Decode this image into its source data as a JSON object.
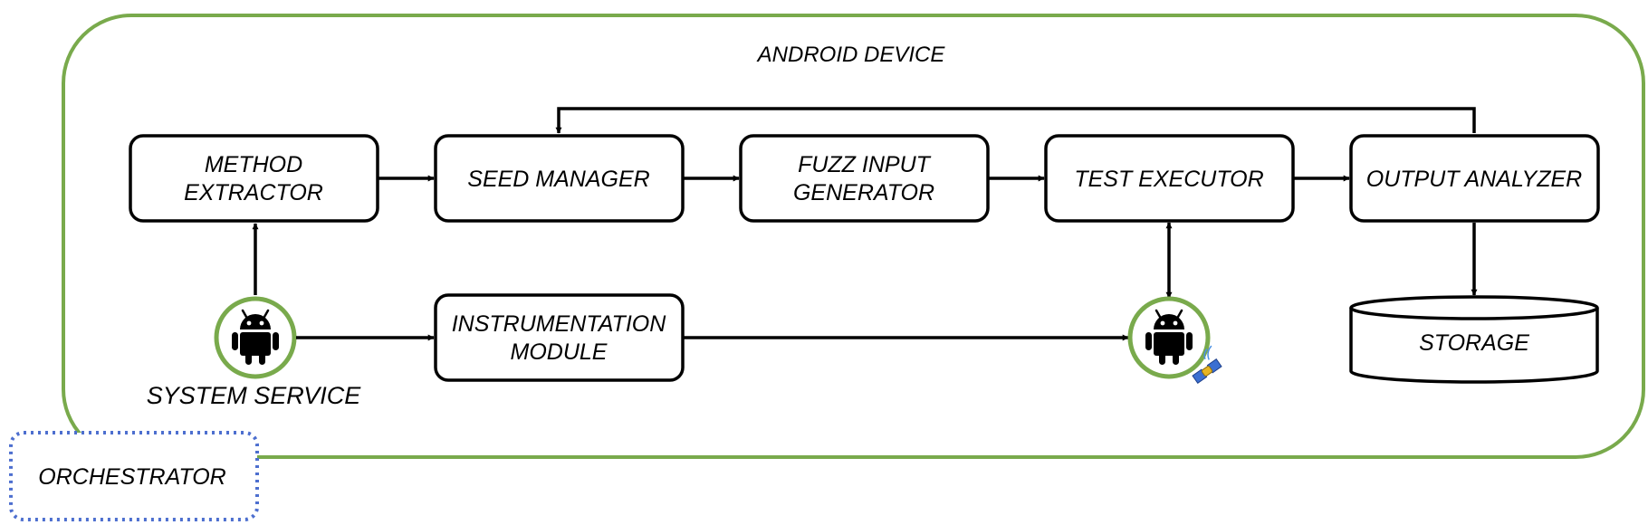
{
  "colors": {
    "device_border": "#79aa4c",
    "orchestrator_border": "#4d6fcf",
    "box_border": "#000000",
    "android_icon": "#000000",
    "android_ring": "#79aa4c"
  },
  "device": {
    "label": "ANDROID DEVICE"
  },
  "boxes": {
    "method_extractor": {
      "line1": "METHOD",
      "line2": "EXTRACTOR"
    },
    "seed_manager": {
      "label": "SEED MANAGER"
    },
    "fuzz_input_generator": {
      "line1": "FUZZ INPUT",
      "line2": "GENERATOR"
    },
    "test_executor": {
      "label": "TEST EXECUTOR"
    },
    "output_analyzer": {
      "label": "OUTPUT ANALYZER"
    },
    "instrumentation_module": {
      "line1": "INSTRUMENTATION",
      "line2": "MODULE"
    },
    "storage": {
      "label": "STORAGE"
    }
  },
  "nodes": {
    "system_service": {
      "label": "SYSTEM SERVICE",
      "icon": "android-icon"
    },
    "instrumented_service": {
      "icon": "android-satellite-icon"
    }
  },
  "orchestrator": {
    "label": "ORCHESTRATOR"
  }
}
